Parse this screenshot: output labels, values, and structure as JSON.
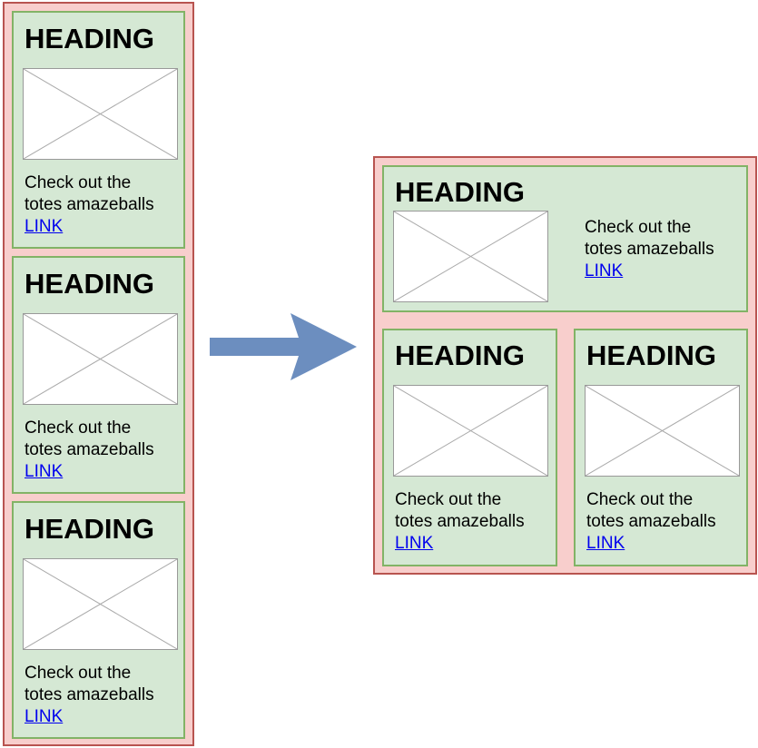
{
  "cards": [
    {
      "heading": "HEADING",
      "line1": "Check out the",
      "line2": "totes amazeballs",
      "link": "LINK"
    },
    {
      "heading": "HEADING",
      "line1": "Check out the",
      "line2": "totes amazeballs",
      "link": "LINK"
    },
    {
      "heading": "HEADING",
      "line1": "Check out the",
      "line2": "totes amazeballs",
      "link": "LINK"
    },
    {
      "heading": "HEADING",
      "line1": "Check out the",
      "line2": "totes amazeballs",
      "link": "LINK"
    },
    {
      "heading": "HEADING",
      "line1": "Check out the",
      "line2": "totes amazeballs",
      "link": "LINK"
    },
    {
      "heading": "HEADING",
      "line1": "Check out the",
      "line2": "totes amazeballs",
      "link": "LINK"
    }
  ],
  "colors": {
    "container_fill": "#f8cecc",
    "container_stroke": "#b85450",
    "card_fill": "#d5e8d4",
    "card_stroke": "#82b366",
    "arrow": "#6c8ebf",
    "link": "#0000ee"
  },
  "icons": {
    "placeholder": "image-placeholder-icon",
    "arrow": "right-arrow-icon"
  }
}
